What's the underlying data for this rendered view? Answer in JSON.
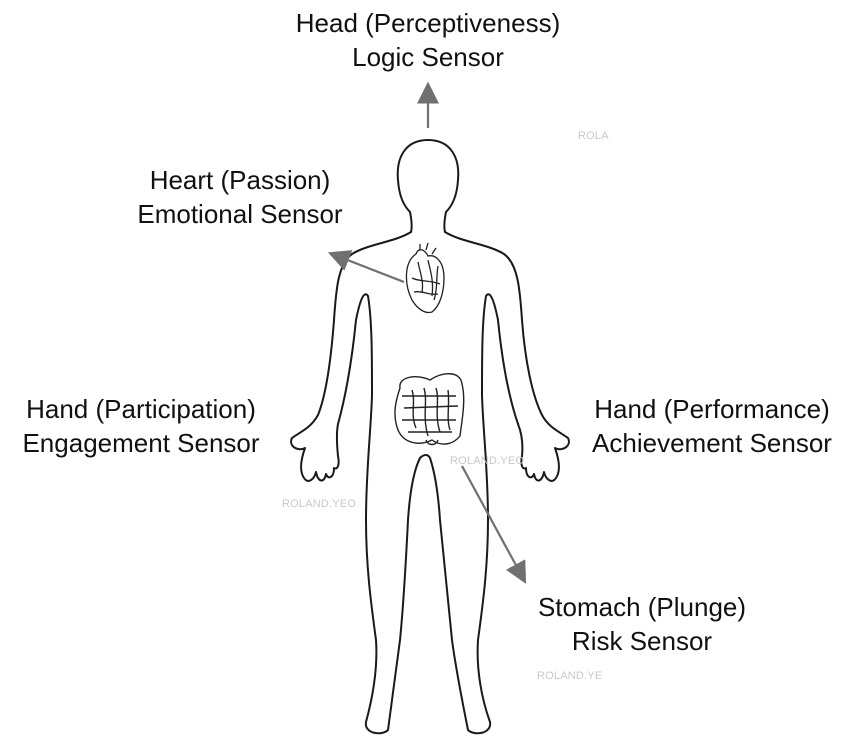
{
  "labels": {
    "head": {
      "line1": "Head (Perceptiveness)",
      "line2": "Logic Sensor"
    },
    "heart": {
      "line1": "Heart (Passion)",
      "line2": "Emotional Sensor"
    },
    "left_hand": {
      "line1": "Hand (Participation)",
      "line2": "Engagement Sensor"
    },
    "right_hand": {
      "line1": "Hand (Performance)",
      "line2": "Achievement Sensor"
    },
    "stomach": {
      "line1": "Stomach (Plunge)",
      "line2": "Risk Sensor"
    }
  },
  "watermarks": [
    "ROLA",
    "ROLAND.YEO",
    "ROLAND.YEO",
    "ROLAND.YE"
  ],
  "colors": {
    "outline": "#1a1a1a",
    "arrow": "#707070",
    "text": "#111111",
    "watermark": "#c9c9c9"
  }
}
